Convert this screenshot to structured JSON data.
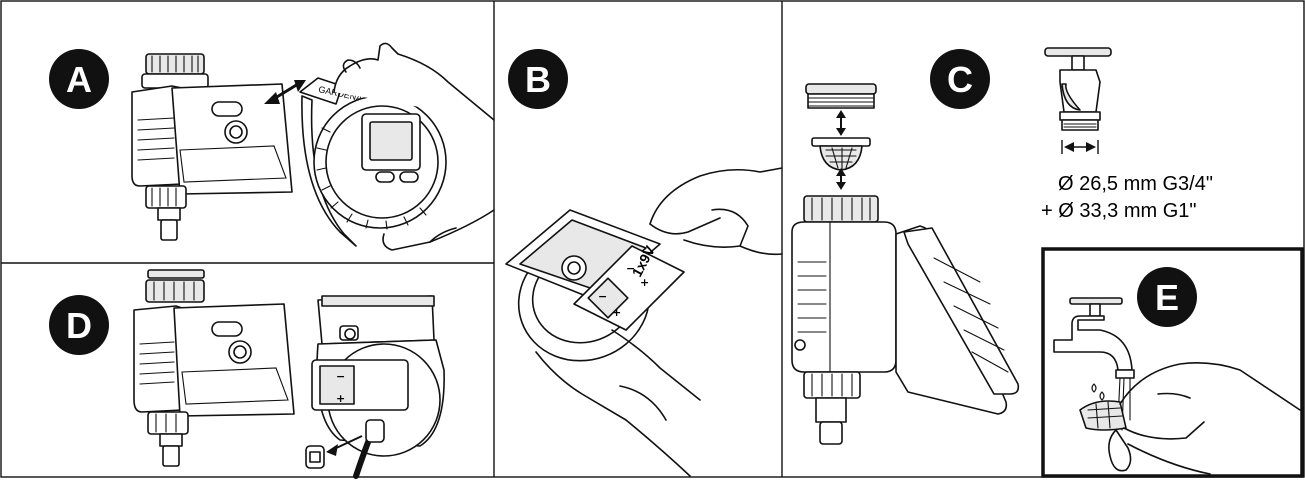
{
  "steps": {
    "a": {
      "label": "A"
    },
    "b": {
      "label": "B"
    },
    "c": {
      "label": "C"
    },
    "d": {
      "label": "D"
    },
    "e": {
      "label": "E"
    }
  },
  "brand_logo_text": "GARDENA",
  "battery": {
    "label": "1x9V",
    "minus": "−",
    "plus": "+"
  },
  "thread_specs": {
    "line1": "Ø 26,5 mm G3/4\"",
    "line2": "+ Ø 33,3 mm G1\""
  },
  "colors": {
    "badge_fill": "#111111",
    "line": "#111111",
    "background": "#ffffff"
  },
  "icons": [
    "double-arrow-icon",
    "hand-icon",
    "tap-icon",
    "battery-icon",
    "filter-icon"
  ]
}
